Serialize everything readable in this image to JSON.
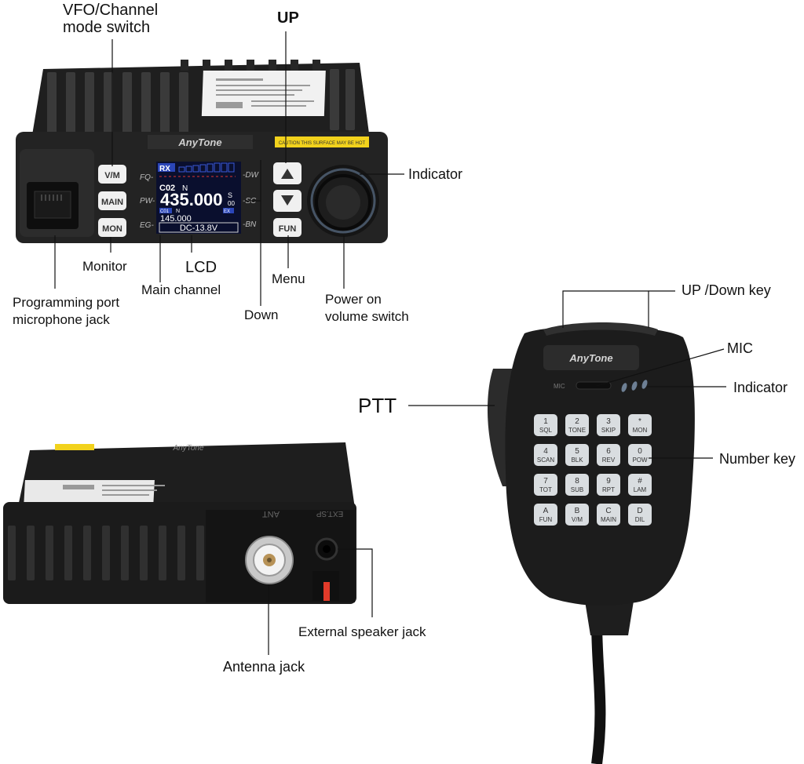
{
  "labels": {
    "vfo_switch": "VFO/Channel mode switch",
    "up": "UP",
    "indicator_radio": "Indicator",
    "monitor": "Monitor",
    "lcd": "LCD",
    "menu": "Menu",
    "main_channel": "Main channel",
    "down": "Down",
    "programming_port": "Programming port microphone jack",
    "power_volume": "Power on volume switch",
    "up_down_key": "UP /Down key",
    "mic": "MIC",
    "indicator_mic": "Indicator",
    "ptt": "PTT",
    "number_key": "Number key",
    "external_speaker": "External speaker jack",
    "antenna_jack": "Antenna jack"
  },
  "radio_front": {
    "brand": "AnyTone",
    "caution_text": "CAUTION THIS SURFACE MAY BE HOT",
    "buttons": [
      "V/M",
      "MAIN",
      "MON",
      "FUN"
    ],
    "side_labels_left": [
      "FQ-",
      "PW-",
      "EG-"
    ],
    "side_labels_right": [
      "-DW",
      "-SC",
      "-BN"
    ],
    "lcd": {
      "rx": "RX",
      "channel": "C02",
      "mode": "N",
      "frequency": "435.000",
      "freq_suffix": "S",
      "freq_sub": "00",
      "sub_channel": "C01",
      "sub_mode": "N",
      "sub_frequency": "145.000",
      "sub_badge": "EX",
      "voltage": "DC-13.8V"
    }
  },
  "radio_rear": {
    "brand": "AnyTone",
    "ant_label": "ANT",
    "ext_label": "EXT.SP"
  },
  "microphone": {
    "brand": "AnyTone",
    "mic_label": "MIC",
    "keys": [
      {
        "main": "1",
        "sub": "SQL"
      },
      {
        "main": "2",
        "sub": "TONE"
      },
      {
        "main": "3",
        "sub": "SKIP"
      },
      {
        "main": "*",
        "sub": "MON"
      },
      {
        "main": "4",
        "sub": "SCAN"
      },
      {
        "main": "5",
        "sub": "BLK"
      },
      {
        "main": "6",
        "sub": "REV"
      },
      {
        "main": "0",
        "sub": "POW"
      },
      {
        "main": "7",
        "sub": "TOT"
      },
      {
        "main": "8",
        "sub": "SUB"
      },
      {
        "main": "9",
        "sub": "RPT"
      },
      {
        "main": "#",
        "sub": "LAM"
      },
      {
        "main": "A",
        "sub": "FUN"
      },
      {
        "main": "B",
        "sub": "V/M"
      },
      {
        "main": "C",
        "sub": "MAIN"
      },
      {
        "main": "D",
        "sub": "DIL"
      }
    ]
  },
  "colors": {
    "body": "#1c1c1c",
    "fin": "#2a2a2a",
    "lcd_bg": "#0a0f2e",
    "key": "#d9dde0",
    "caution": "#f2d21c",
    "indicator_led": "#6d7f94"
  }
}
